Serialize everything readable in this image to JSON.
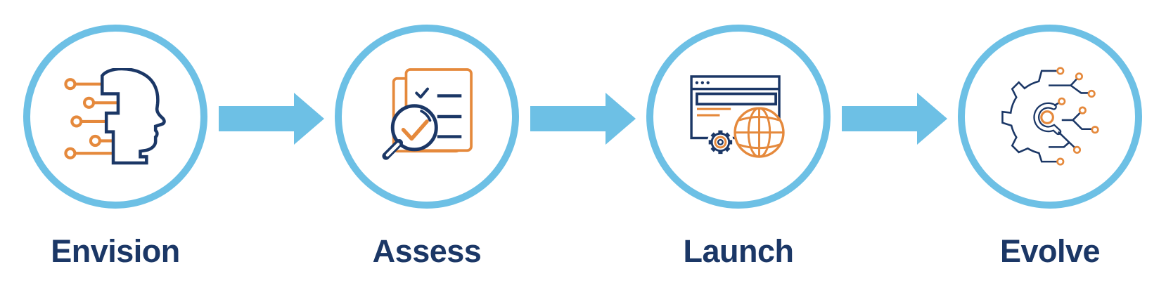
{
  "diagram": {
    "title": "",
    "steps": [
      {
        "label": "Envision",
        "icon": "ai-head-circuit-icon"
      },
      {
        "label": "Assess",
        "icon": "checklist-magnifier-icon"
      },
      {
        "label": "Launch",
        "icon": "browser-gear-globe-icon"
      },
      {
        "label": "Evolve",
        "icon": "gear-circuit-icon"
      }
    ],
    "connector": "right-arrow",
    "colors": {
      "navy": "#1B3766",
      "orange": "#E5893C",
      "circle_ring": "#6DC0E5",
      "arrow": "#6DC0E5",
      "background": "#FFFFFF"
    }
  }
}
